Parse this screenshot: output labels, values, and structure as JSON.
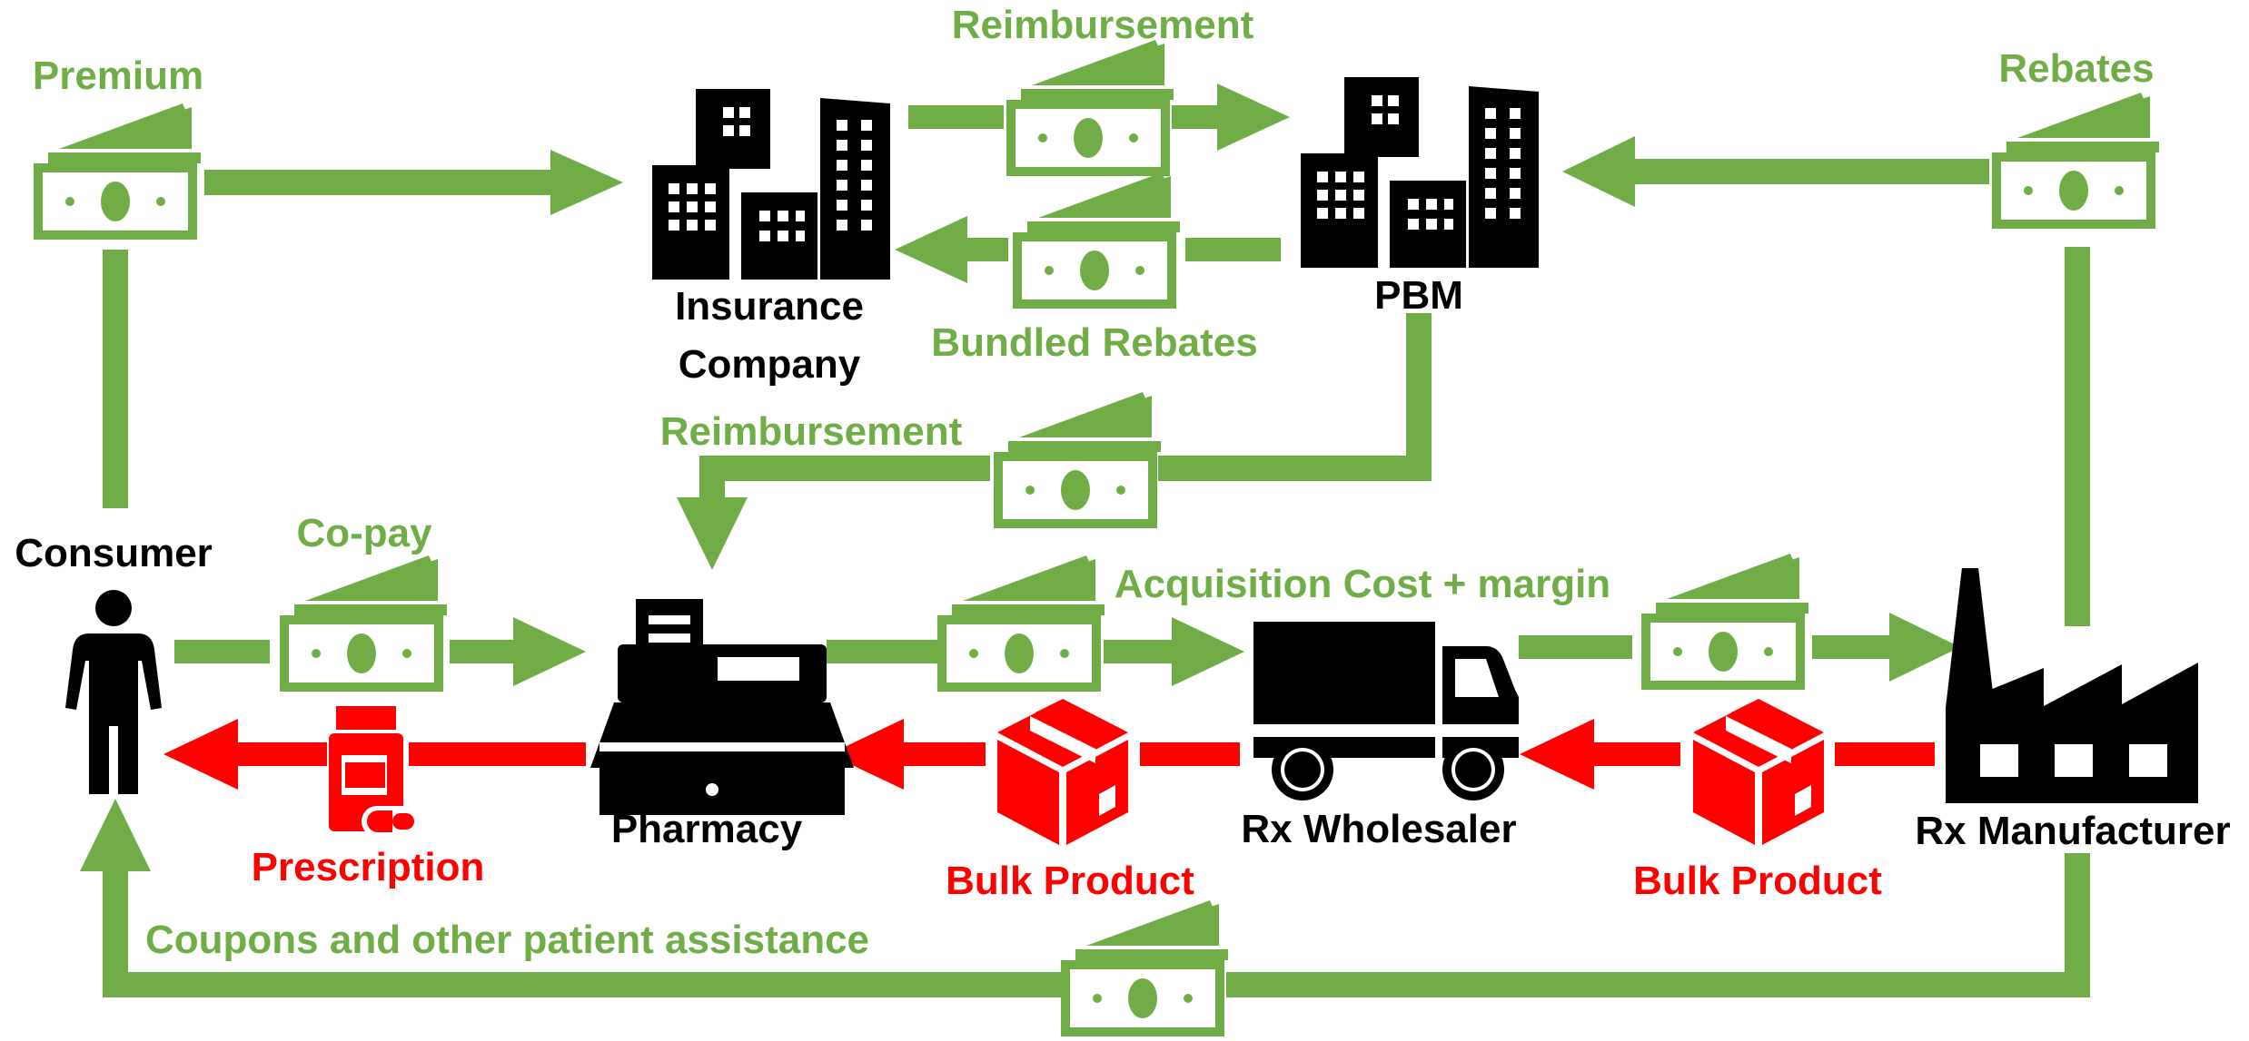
{
  "colors": {
    "money": "#70ad47",
    "product": "#ff0000",
    "entity": "#000000"
  },
  "entities": {
    "insurance": {
      "line1": "Insurance",
      "line2": "Company",
      "icon": "office-buildings-icon"
    },
    "pbm": {
      "label": "PBM",
      "icon": "office-buildings-icon"
    },
    "consumer": {
      "label": "Consumer",
      "icon": "person-icon"
    },
    "pharmacy": {
      "label": "Pharmacy",
      "icon": "cash-register-icon"
    },
    "wholesaler": {
      "label": "Rx Wholesaler",
      "icon": "delivery-truck-icon"
    },
    "manufacturer": {
      "label": "Rx Manufacturer",
      "icon": "factory-icon"
    }
  },
  "flows": {
    "premium": "Premium",
    "reimbursement_top": "Reimbursement",
    "bundled_rebates": "Bundled Rebates",
    "rebates": "Rebates",
    "reimbursement_pharmacy": "Reimbursement",
    "copay": "Co-pay",
    "acquisition": "Acquisition Cost + margin",
    "prescription": "Prescription",
    "bulk_product_1": "Bulk Product",
    "bulk_product_2": "Bulk Product",
    "coupons": "Coupons and other patient assistance"
  }
}
